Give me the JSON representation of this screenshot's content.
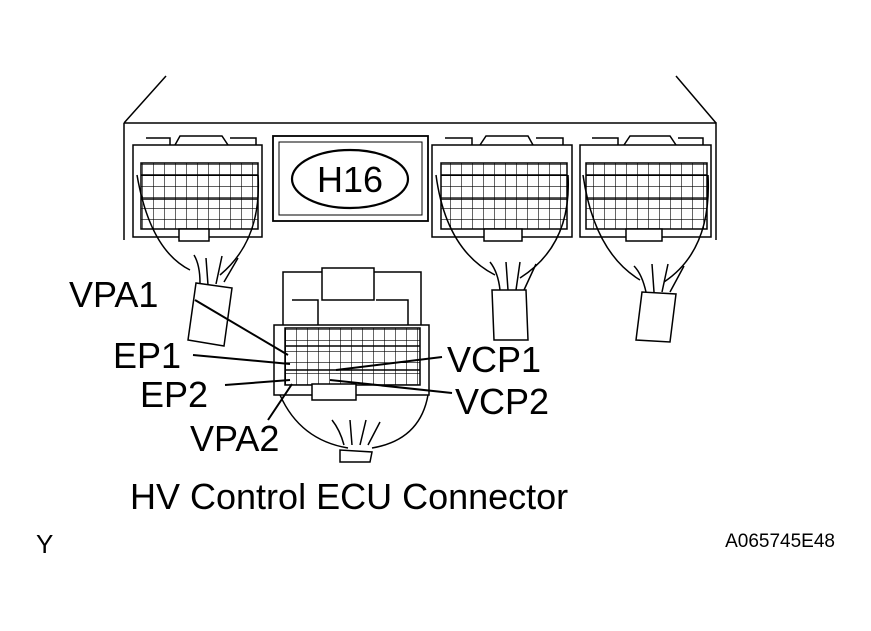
{
  "diagram": {
    "connector_code": "H16",
    "caption": "HV Control ECU Connector",
    "corner_mark": "Y",
    "figure_code": "A065745E48",
    "terminals": {
      "vpa1": "VPA1",
      "ep1": "EP1",
      "ep2": "EP2",
      "vpa2": "VPA2",
      "vcp1": "VCP1",
      "vcp2": "VCP2"
    }
  }
}
